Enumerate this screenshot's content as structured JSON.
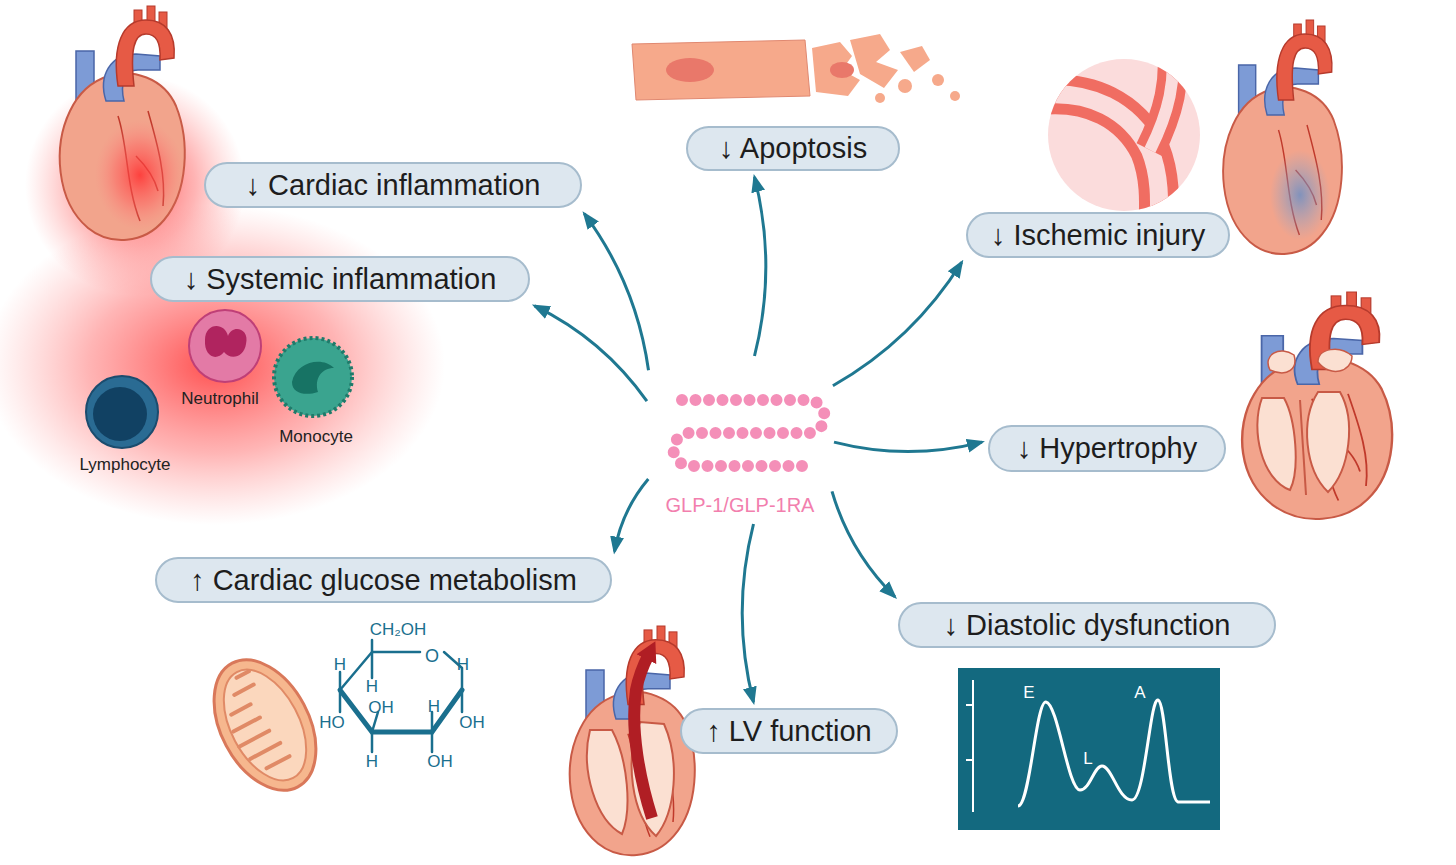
{
  "diagram": {
    "nodes": [
      {
        "text": [
          "↓ Apoptosis"
        ]
      },
      {
        "text": [
          "↓ Cardiac inflammation"
        ]
      },
      {
        "text": [
          "↓ Ischemic injury"
        ]
      },
      {
        "text": [
          "↓ Systemic inflammation"
        ]
      },
      {
        "text": [
          "GLP-1/GLP-1RA"
        ]
      },
      {
        "text": [
          "↓ Hypertrophy"
        ]
      },
      {
        "text": [
          "↑ Cardiac glucose metabolism"
        ]
      },
      {
        "text": [
          "↓ Diastolic dysfunction"
        ]
      },
      {
        "text": [
          "↑ LV function"
        ]
      }
    ],
    "edges": [
      {
        "from": 4,
        "to": 0,
        "arrow": "to"
      },
      {
        "from": 4,
        "to": 1,
        "arrow": "to"
      },
      {
        "from": 4,
        "to": 2,
        "arrow": "to"
      },
      {
        "from": 4,
        "to": 3,
        "arrow": "to"
      },
      {
        "from": 4,
        "to": 5,
        "arrow": "to"
      },
      {
        "from": 4,
        "to": 6,
        "arrow": "to"
      },
      {
        "from": 4,
        "to": 7,
        "arrow": "to"
      },
      {
        "from": 4,
        "to": 8,
        "arrow": "to"
      }
    ],
    "labels": [
      "Neutrophil",
      "Monocyte",
      "Lymphocyte",
      "CH₂OH",
      "H",
      "O",
      "H",
      "H",
      "OH",
      "H",
      "HO",
      "OH",
      "H",
      "OH",
      "E",
      "L",
      "A"
    ]
  }
}
